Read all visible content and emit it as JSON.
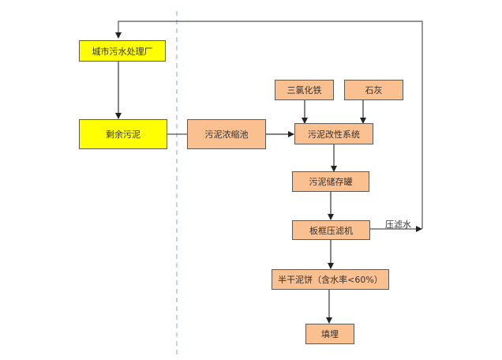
{
  "diagram": {
    "colors": {
      "legacy_box": "#ffff00",
      "new_box": "#fac090",
      "line": "#444444",
      "divider": "#7fa8b0"
    },
    "nodes": {
      "wwtp": "城市污水处理厂",
      "excess_sludge": "剩余污泥",
      "thickener": "污泥浓缩池",
      "ferric_chloride": "三氯化铁",
      "lime": "石灰",
      "conditioning": "污泥改性系统",
      "storage": "污泥储存罐",
      "filter_press": "板框压滤机",
      "cake": "半干泥饼（含水率<60%）",
      "landfill": "填埋"
    },
    "edge_labels": {
      "filtrate": "压滤水"
    }
  }
}
